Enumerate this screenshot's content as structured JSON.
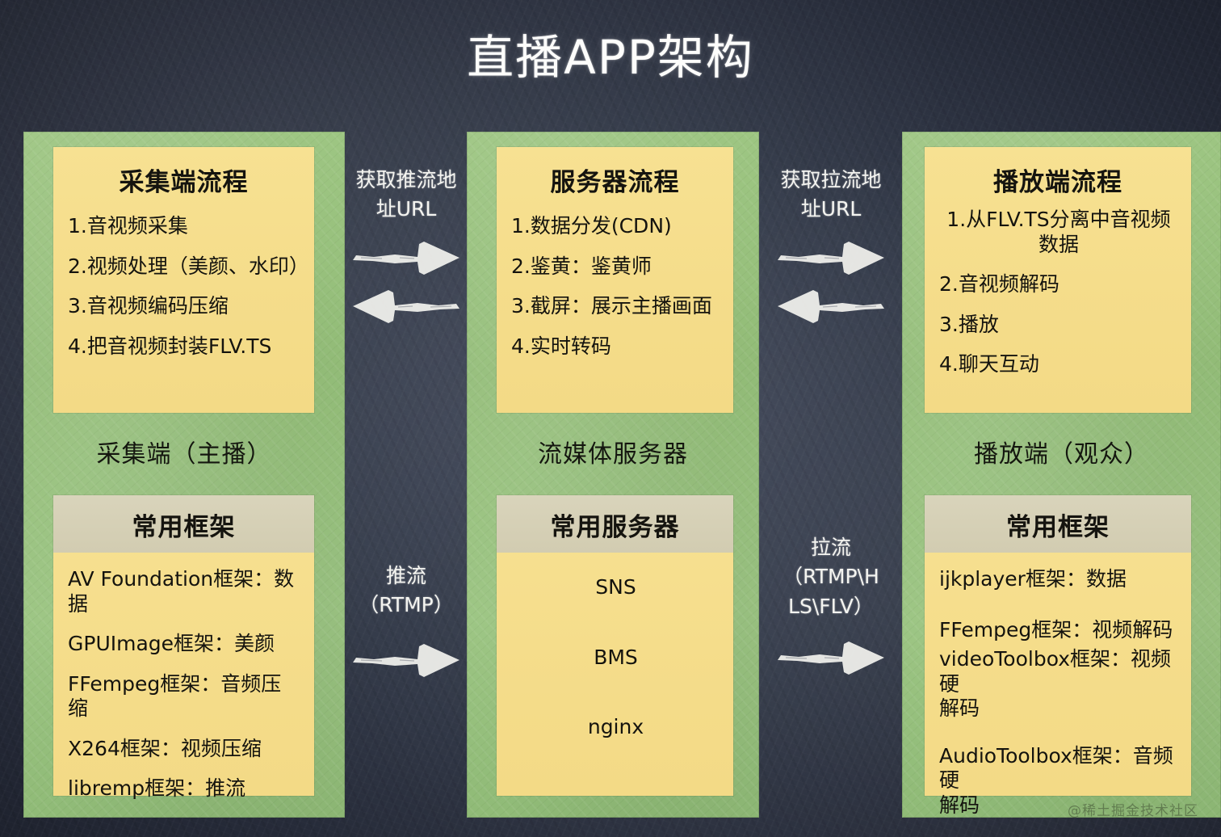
{
  "title": "直播APP架构",
  "watermark": "@稀土掘金技术社区",
  "colors": {
    "board": "#333a49",
    "panel_green": "#9ec683",
    "card_yellow": "#f5dd8b",
    "header_grey": "#d4cfb5",
    "chalk_white": "#f4f4f0"
  },
  "columns": [
    {
      "caption": "采集端（主播）",
      "flow": {
        "title": "采集端流程",
        "steps": [
          "1.音视频采集",
          "2.视频处理（美颜、水印）",
          "3.音视频编码压缩",
          "4.把音视频封装FLV.TS"
        ]
      },
      "tools": {
        "header": "常用框架",
        "items": [
          "AV Foundation框架：数据",
          "GPUImage框架：美颜",
          "FFempeg框架：音频压缩",
          "X264框架：视频压缩",
          "libremp框架：推流"
        ]
      }
    },
    {
      "caption": "流媒体服务器",
      "flow": {
        "title": "服务器流程",
        "steps": [
          "1.数据分发(CDN)",
          "2.鉴黄：鉴黄师",
          "3.截屏：展示主播画面",
          "4.实时转码"
        ]
      },
      "tools": {
        "header": "常用服务器",
        "items": [
          "SNS",
          "BMS",
          "nginx"
        ]
      }
    },
    {
      "caption": "播放端（观众）",
      "flow": {
        "title": "播放端流程",
        "steps": [
          "1.从FLV.TS分离中音视频\n数据",
          "2.音视频解码",
          "3.播放",
          "4.聊天互动"
        ]
      },
      "tools": {
        "header": "常用框架",
        "items": [
          "ijkplayer框架：数据",
          "FFempeg框架：视频解码",
          "videoToolbox框架：视频硬\n解码",
          "AudioToolbox框架：音频硬\n解码"
        ]
      }
    }
  ],
  "connectors": [
    {
      "id": "capture-to-server-signal",
      "label": "获取推流地\n址URL",
      "direction": "bidirectional"
    },
    {
      "id": "server-to-player-signal",
      "label": "获取拉流地\n址URL",
      "direction": "bidirectional"
    },
    {
      "id": "capture-to-server-push",
      "label": "推流\n（RTMP）",
      "direction": "right"
    },
    {
      "id": "server-to-player-pull",
      "label": "拉流\n（RTMP\\H\nLS\\FLV）",
      "direction": "right"
    }
  ]
}
